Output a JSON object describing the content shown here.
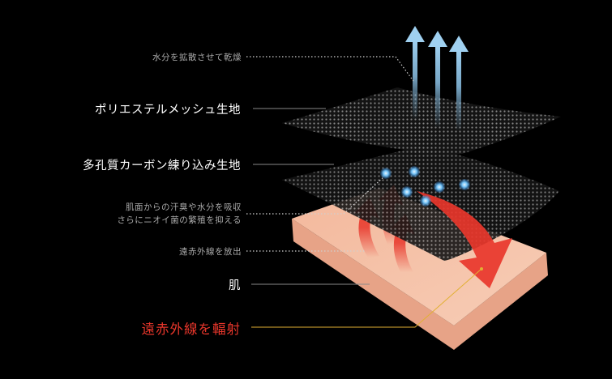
{
  "labels": {
    "evaporate": "水分を拡散させて乾燥",
    "polyester": "ポリエステルメッシュ生地",
    "carbon": "多孔質カーボン練り込み生地",
    "absorb_line1": "肌面からの汗臭や水分を吸収",
    "absorb_line2": "さらにニオイ菌の繁殖を抑える",
    "emit_far_infrared": "遠赤外線を放出",
    "skin": "肌",
    "radiate_far_infrared": "遠赤外線を輻射"
  },
  "colors": {
    "background": "#000000",
    "label_small": "#a9a9a9",
    "label_large": "#ffffff",
    "accent_red": "#e8362b",
    "leader_line": "#888888",
    "accent_leader": "#e2b033",
    "skin_top": "#f5c3aa",
    "skin_side": "#e8a48a",
    "mesh": "#8a8a8a",
    "up_arrow": "#8cc3e8",
    "heat_arrow": "#e8362b",
    "moisture_dot": "#5ab0f0"
  },
  "icons": {
    "moisture": "water-droplet-dot",
    "evaporation": "up-arrow",
    "heat": "curved-heat-arrow"
  }
}
